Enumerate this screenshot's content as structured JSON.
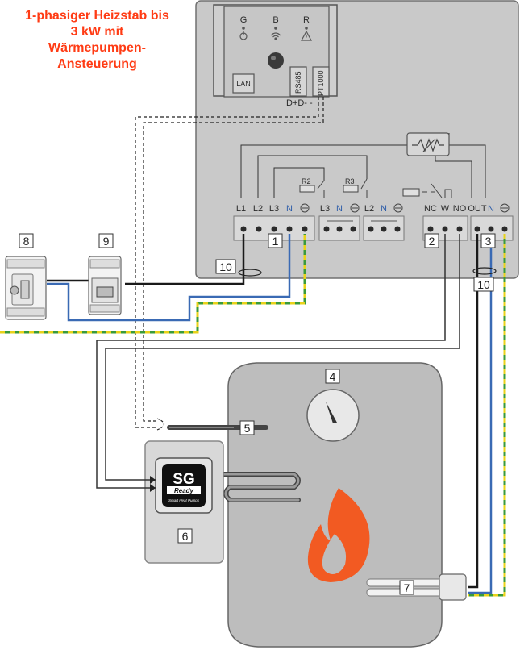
{
  "title": {
    "line1": "1-phasiger Heizstab bis",
    "line2": "3 kW mit",
    "line3": "Wärmepumpen-",
    "line4": "Ansteuerung"
  },
  "controller": {
    "leds": [
      "G",
      "B",
      "R"
    ],
    "lan": "LAN",
    "rs485": "RS485",
    "pt1000": "PT1000",
    "bus_pins": "D+D- -",
    "relay_r2": "R2",
    "relay_r3": "R3",
    "terminal_block_1": [
      "L1",
      "L2",
      "L3",
      "N"
    ],
    "terminal_block_1b": [
      "L3",
      "N"
    ],
    "terminal_block_1c": [
      "L2",
      "N"
    ],
    "terminal_block_2": [
      "NC",
      "W",
      "NO"
    ],
    "terminal_block_3": [
      "OUT",
      "N"
    ]
  },
  "numbers": {
    "n1": "1",
    "n2": "2",
    "n3": "3",
    "n4": "4",
    "n5": "5",
    "n6": "6",
    "n7": "7",
    "n8": "8",
    "n9": "9",
    "n10a": "10",
    "n10b": "10"
  },
  "sg_badge": {
    "main": "SG",
    "ready": "Ready",
    "sub": "Smart Heat Pumps"
  },
  "colors": {
    "title": "#ff3b14",
    "wire_blue": "#3a6ab4",
    "wire_black": "#1a1a1a",
    "wire_pe_green": "#3a9a3a",
    "wire_pe_yellow": "#e8d21a",
    "panel": "#c9c9c9",
    "tank": "#bdbdbd",
    "flame": "#f25a22"
  }
}
